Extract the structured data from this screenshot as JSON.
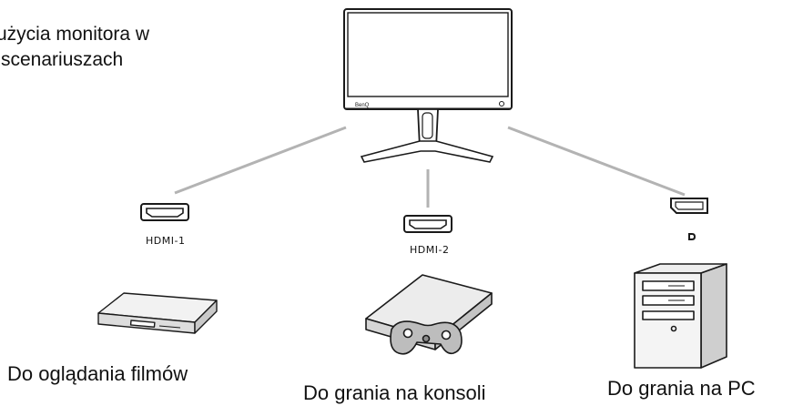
{
  "title": {
    "line1": "użycia monitora w",
    "line2": "scenariuszach"
  },
  "monitor": {
    "brand_mark": "BenQ"
  },
  "ports": [
    {
      "label": "HDMI-1",
      "icon": "hdmi-port-icon"
    },
    {
      "label": "HDMI-2",
      "icon": "hdmi-port-icon"
    },
    {
      "label": "",
      "icon": "displayport-icon"
    }
  ],
  "devices": [
    {
      "label": "Do oglądania filmów",
      "icon": "media-player-icon"
    },
    {
      "label": "Do grania na konsoli",
      "icon": "game-console-icon"
    },
    {
      "label": "Do grania na PC",
      "icon": "pc-tower-icon"
    }
  ],
  "colors": {
    "line": "#b3b3b3",
    "outline": "#1a1a1a",
    "fill": "#eeeeee"
  }
}
